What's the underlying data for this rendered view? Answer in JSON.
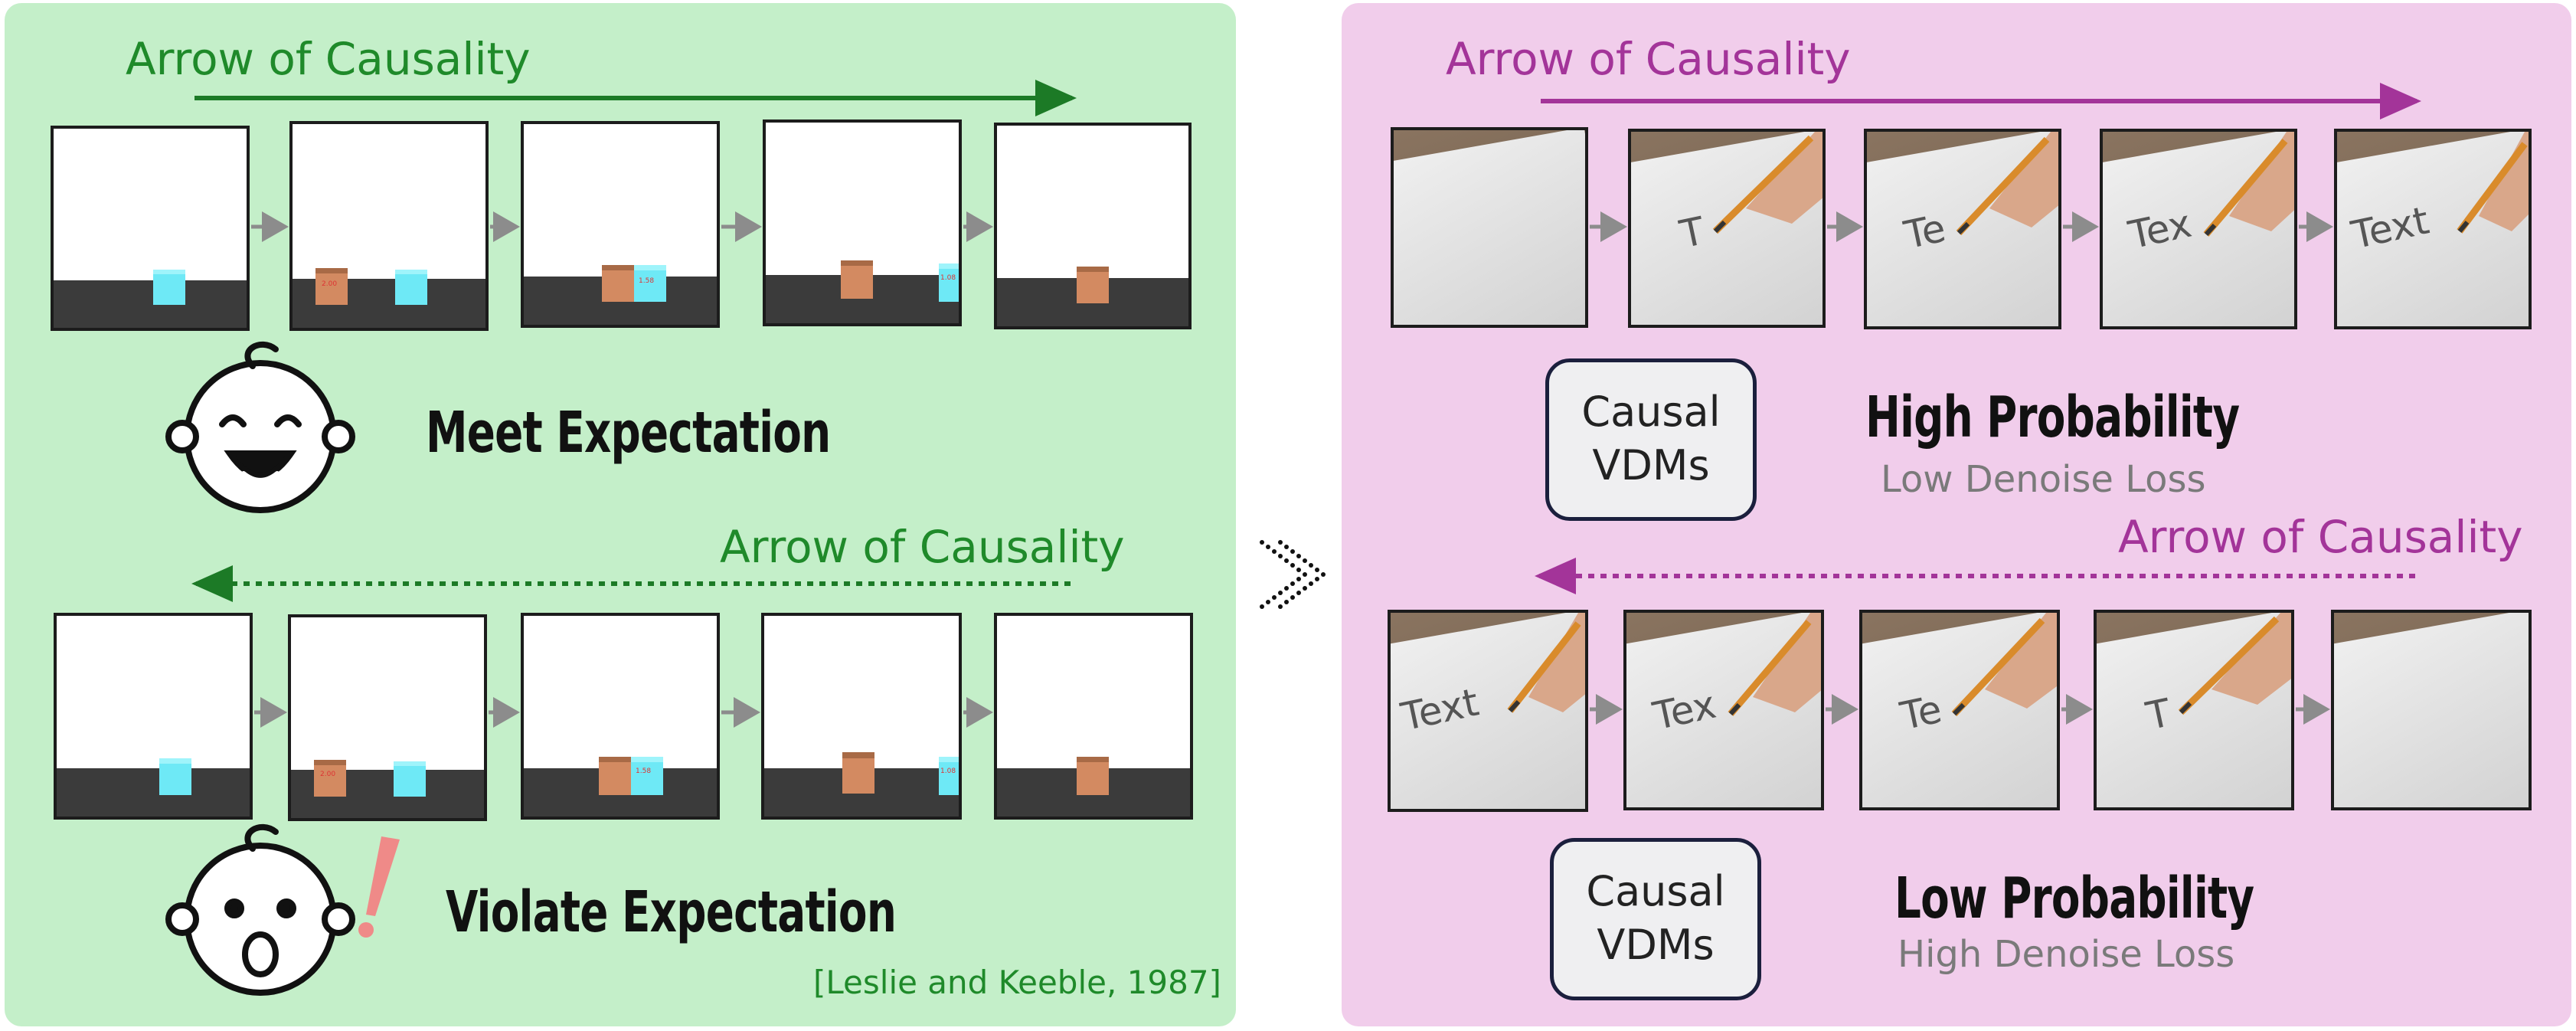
{
  "left": {
    "top_arrow_label": "Arrow of Causality",
    "bottom_arrow_label": "Arrow of Causality",
    "meet_label": "Meet Expectation",
    "violate_label": "Violate Expectation",
    "citation": "[Leslie and Keeble, 1987]",
    "frame_numbers": [
      "2.00",
      "1.58",
      "1.08"
    ],
    "colors": {
      "panel": "#c4efc9",
      "accent": "#1f8a2a",
      "alert": "#ef8a88"
    }
  },
  "right": {
    "top_arrow_label": "Arrow of Causality",
    "bottom_arrow_label": "Arrow of Causality",
    "top_box_line1": "Causal",
    "top_box_line2": "VDMs",
    "bottom_box_line1": "Causal",
    "bottom_box_line2": "VDMs",
    "high_title": "High Probability",
    "high_sub": "Low Denoise Loss",
    "low_title": "Low Probability",
    "low_sub": "High Denoise Loss",
    "top_frames_text": [
      "",
      "T",
      "Te",
      "Tex",
      "Text"
    ],
    "bottom_frames_text": [
      "Text",
      "Tex",
      "Te",
      "T",
      ""
    ],
    "colors": {
      "panel": "#f1cdeb",
      "accent": "#a33499"
    }
  },
  "icons": [
    "happy-baby-face-icon",
    "surprised-baby-face-icon",
    "exclamation-icon",
    "double-chevron-right-icon",
    "pencil-hand-icon"
  ]
}
